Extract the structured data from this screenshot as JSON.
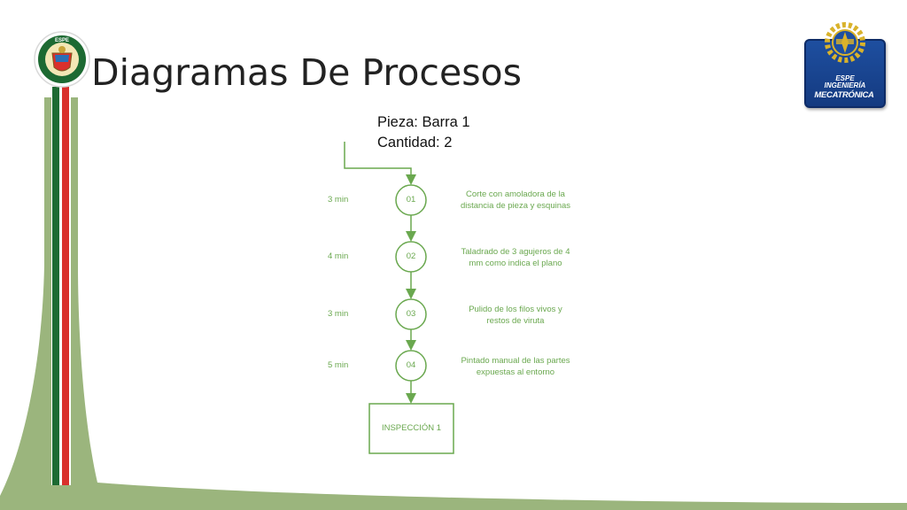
{
  "slide": {
    "title": "Diagramas De Procesos",
    "part_label": "Pieza: Barra 1",
    "quantity_label": "Cantidad: 2"
  },
  "logos": {
    "left_seal_text": "ESPE",
    "right_badge_line1": "ESPE",
    "right_badge_line2": "INGENIERÍA",
    "right_badge_line3": "MECATRÓNICA"
  },
  "process": {
    "steps": [
      {
        "code": "01",
        "time": "3 min",
        "description_line1": "Corte con amoladora de la",
        "description_line2": "distancia de pieza y esquinas"
      },
      {
        "code": "02",
        "time": "4 min",
        "description_line1": "Taladrado de 3 agujeros de 4",
        "description_line2": "mm como indica el plano"
      },
      {
        "code": "03",
        "time": "3 min",
        "description_line1": "Pulido de los filos vivos y",
        "description_line2": "restos de viruta"
      },
      {
        "code": "04",
        "time": "5 min",
        "description_line1": "Pintado manual de las partes",
        "description_line2": "expuestas al entorno"
      }
    ],
    "inspection_label": "INSPECCIÓN 1"
  },
  "colors": {
    "flow_green": "#6aa84f",
    "band_green": "#9bb57d",
    "stripe_red": "#d9302c",
    "stripe_dark_green": "#1d6a32",
    "badge_blue": "#1e4fa0"
  }
}
